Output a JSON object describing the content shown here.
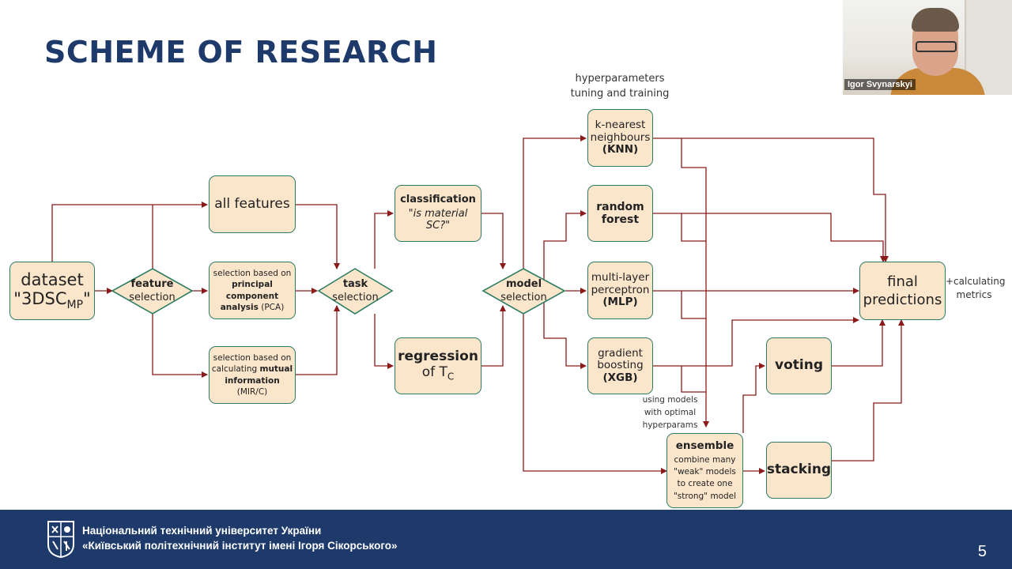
{
  "slide": {
    "title": "SCHEME OF RESEARCH",
    "page_number": "5"
  },
  "webcam": {
    "name": "Igor Svynarskyi"
  },
  "footer": {
    "line1": "Національний технічний університет України",
    "line2": "«Київський політехнічний інститут імені Ігоря Сікорського»"
  },
  "nodes": {
    "dataset": {
      "line1": "dataset",
      "line2_pre": "\"3DSC",
      "line2_sub": "MP",
      "line2_post": "\""
    },
    "feature_selection": {
      "line1": "feature",
      "line2": "selection"
    },
    "all_features": {
      "label": "all features"
    },
    "pca": {
      "pre": "selection based on",
      "bold": "principal component",
      "bold2": "analysis",
      "post": "(PCA)"
    },
    "mutual": {
      "pre": "selection based on",
      "mid": "calculating",
      "bold": "mutual",
      "bold2": "information",
      "post": "(MIR/C)"
    },
    "task_selection": {
      "line1": "task",
      "line2": "selection"
    },
    "classification": {
      "line1": "classification",
      "line2": "\"is material SC?\""
    },
    "regression": {
      "line1": "regression",
      "line2_pre": "of T",
      "line2_sub": "C"
    },
    "model_selection": {
      "line1": "model",
      "line2": "selection"
    },
    "knn": {
      "line1": "k-nearest",
      "line2": "neighbours",
      "line3": "(KNN)"
    },
    "random_forest": {
      "line1": "random",
      "line2": "forest"
    },
    "mlp": {
      "line1": "multi-layer",
      "line2": "perceptron",
      "line3": "(MLP)"
    },
    "xgb": {
      "line1": "gradient",
      "line2": "boosting",
      "line3": "(XGB)"
    },
    "ensemble": {
      "head": "ensemble",
      "l1": "combine many",
      "l2": "\"weak\" models",
      "l3": "to create one",
      "l4": "\"strong\" model"
    },
    "voting": {
      "label": "voting"
    },
    "stacking": {
      "label": "stacking"
    },
    "final": {
      "line1": "final",
      "line2": "predictions"
    }
  },
  "notes": {
    "hyper_l1": "hyperparameters",
    "hyper_l2": "tuning and training",
    "optimal_l1": "using models",
    "optimal_l2": "with optimal",
    "optimal_l3": "hyperparams",
    "metrics_l1": "+calculating",
    "metrics_l2": "metrics"
  },
  "colors": {
    "box_fill": "#fbe6cc",
    "box_border": "#2e7d63",
    "arrow": "#8b1a1a",
    "title": "#1d3a6b",
    "footer_bg": "#1d3a6b"
  }
}
